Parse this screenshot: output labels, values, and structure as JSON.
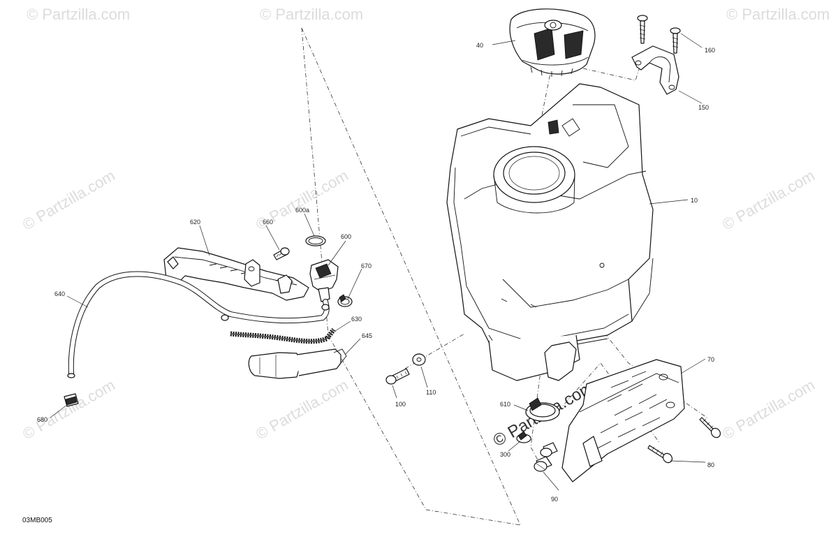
{
  "diagram": {
    "drawing_code": "03MB005",
    "watermark_text": "© Partzilla.com",
    "callouts": {
      "c10": "10",
      "c40": "40",
      "c70": "70",
      "c80": "80",
      "c90": "90",
      "c100": "100",
      "c110": "110",
      "c150": "150",
      "c160": "160",
      "c300": "300",
      "c600": "600",
      "c600a": "600a",
      "c610": "610",
      "c620": "620",
      "c630": "630",
      "c640": "640",
      "c645": "645",
      "c660": "660",
      "c670": "670",
      "c680": "680"
    }
  }
}
